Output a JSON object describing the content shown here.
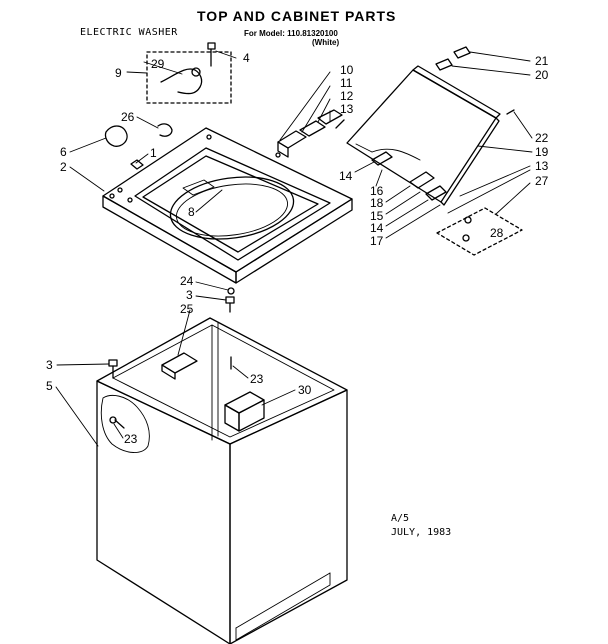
{
  "header": {
    "title": "TOP AND CABINET PARTS",
    "model_line": "For Model: 110.81320100",
    "color_line": "(White)",
    "product_label": "ELECTRIC WASHER"
  },
  "footer": {
    "code": "A/5",
    "date": "JULY, 1983"
  },
  "callouts": {
    "c1": "1",
    "c2": "2",
    "c3a": "3",
    "c3b": "3",
    "c4": "4",
    "c5": "5",
    "c6": "6",
    "c8": "8",
    "c9": "9",
    "c10": "10",
    "c11": "11",
    "c12": "12",
    "c13a": "13",
    "c13b": "13",
    "c14a": "14",
    "c14b": "14",
    "c15": "15",
    "c16": "16",
    "c17": "17",
    "c18": "18",
    "c19": "19",
    "c20": "20",
    "c21": "21",
    "c22": "22",
    "c23a": "23",
    "c23b": "23",
    "c24": "24",
    "c25": "25",
    "c26": "26",
    "c27": "27",
    "c28": "28",
    "c29": "29",
    "c30": "30"
  }
}
